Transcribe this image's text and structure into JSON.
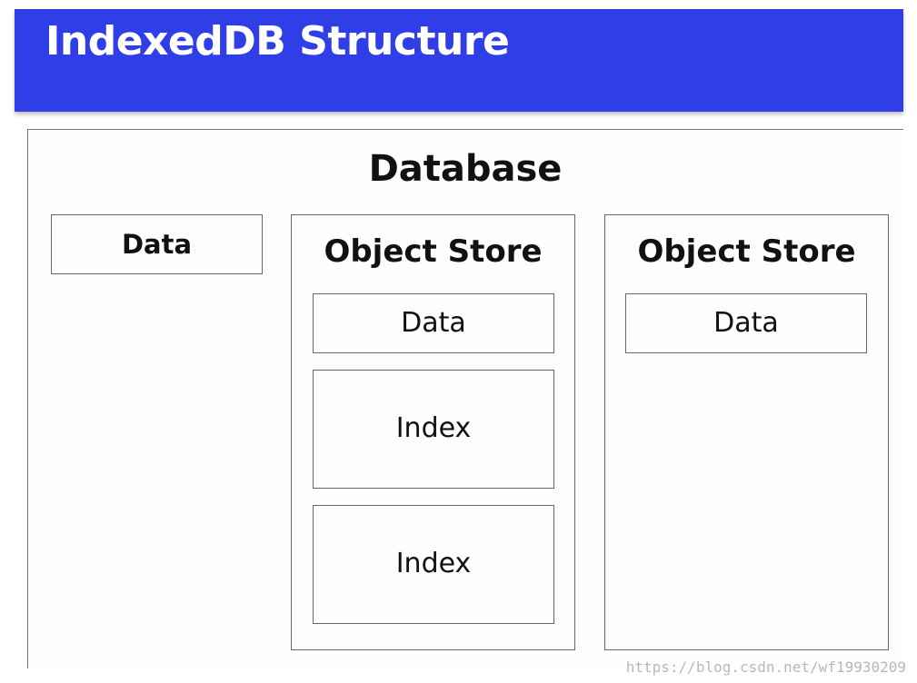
{
  "header": {
    "title": "IndexedDB Structure",
    "color": "#2f3ee6"
  },
  "database": {
    "label": "Database",
    "standalone_data": {
      "label": "Data"
    },
    "object_stores": [
      {
        "label": "Object Store",
        "children": [
          {
            "label": "Data"
          },
          {
            "label": "Index"
          },
          {
            "label": "Index"
          }
        ]
      },
      {
        "label": "Object Store",
        "children": [
          {
            "label": "Data"
          }
        ]
      }
    ]
  },
  "watermark": "https://blog.csdn.net/wf19930209"
}
